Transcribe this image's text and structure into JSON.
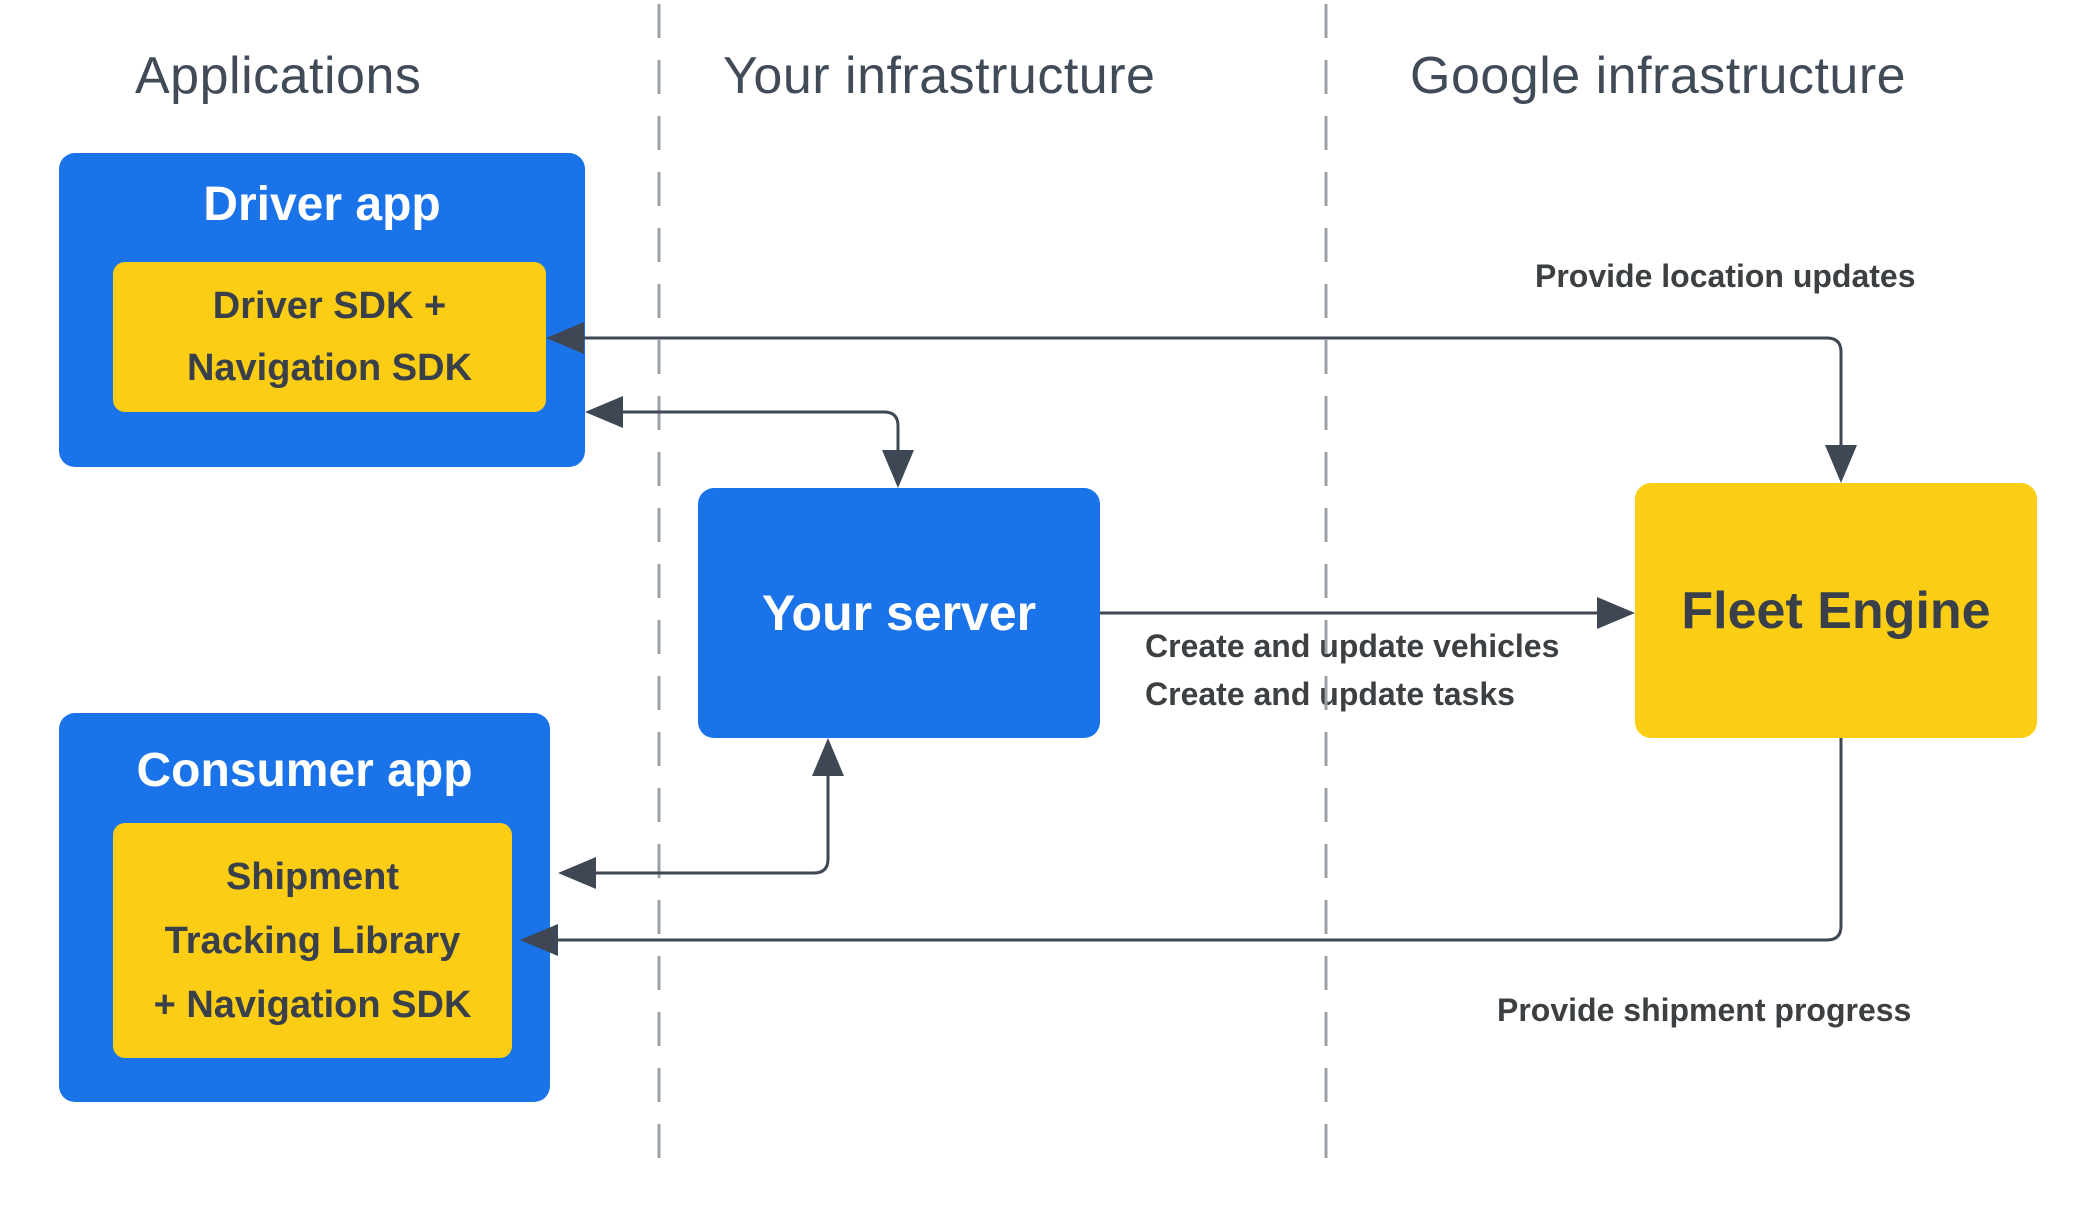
{
  "columns": [
    {
      "label": "Applications"
    },
    {
      "label": "Your infrastructure"
    },
    {
      "label": "Google infrastructure"
    }
  ],
  "nodes": {
    "driver_app": {
      "title": "Driver app",
      "sdk_lines": [
        "Driver SDK +",
        "Navigation SDK"
      ]
    },
    "consumer_app": {
      "title": "Consumer app",
      "sdk_lines": [
        "Shipment",
        "Tracking Library",
        "+ Navigation SDK"
      ]
    },
    "your_server": {
      "title": "Your server"
    },
    "fleet_engine": {
      "title": "Fleet Engine"
    }
  },
  "edge_labels": {
    "location_updates": "Provide location updates",
    "create_vehicles": "Create and update vehicles",
    "create_tasks": "Create and update tasks",
    "shipment_progress": "Provide shipment progress"
  },
  "colors": {
    "node_blue": "#1A73E8",
    "node_yellow": "#FBCD14",
    "arrow": "#3F4654",
    "divider": "#9AA0A6",
    "heading_text": "#414B57",
    "dark_text": "#3C4043",
    "light_text": "#FFFFFF",
    "background": "#FFFFFF"
  }
}
